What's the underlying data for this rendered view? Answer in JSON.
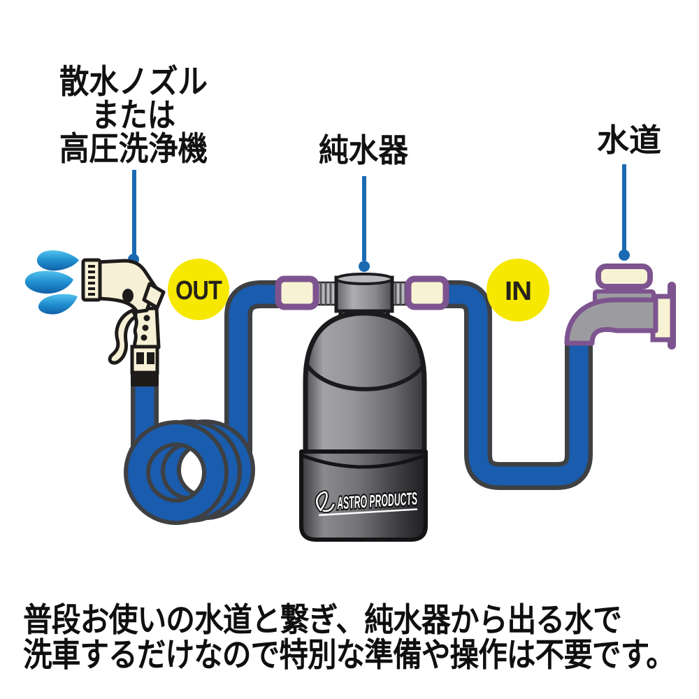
{
  "diagram": {
    "labels": {
      "nozzle_line1": "散水ノズル",
      "nozzle_line2": "または",
      "nozzle_line3": "高圧洗浄機",
      "purifier": "純水器",
      "tap": "水道"
    },
    "badges": {
      "out": "OUT",
      "in": "IN"
    },
    "purifier_logo": "ASTRO PRODUCTS",
    "caption_line1": "普段お使いの水道と繋ぎ、純水器から出る水で",
    "caption_line2": "洗車するだけなので特別な準備や操作は不要です。"
  },
  "colors": {
    "hose_blue": "#1a5cad",
    "hose_outline": "#3e4043",
    "leader_blue": "#1a6ab2",
    "badge_yellow": "#f6e800",
    "badge_text": "#26221a",
    "connector_purple": "#7d548f",
    "connector_cream": "#f8f2d4",
    "nozzle_cream": "#f6f0d6",
    "outline_black": "#1e1c1a",
    "tank_gray": "#8f8f93",
    "water_blue_light": "#53c1ec",
    "water_blue_dark": "#1160a8",
    "text_black": "#111111"
  }
}
